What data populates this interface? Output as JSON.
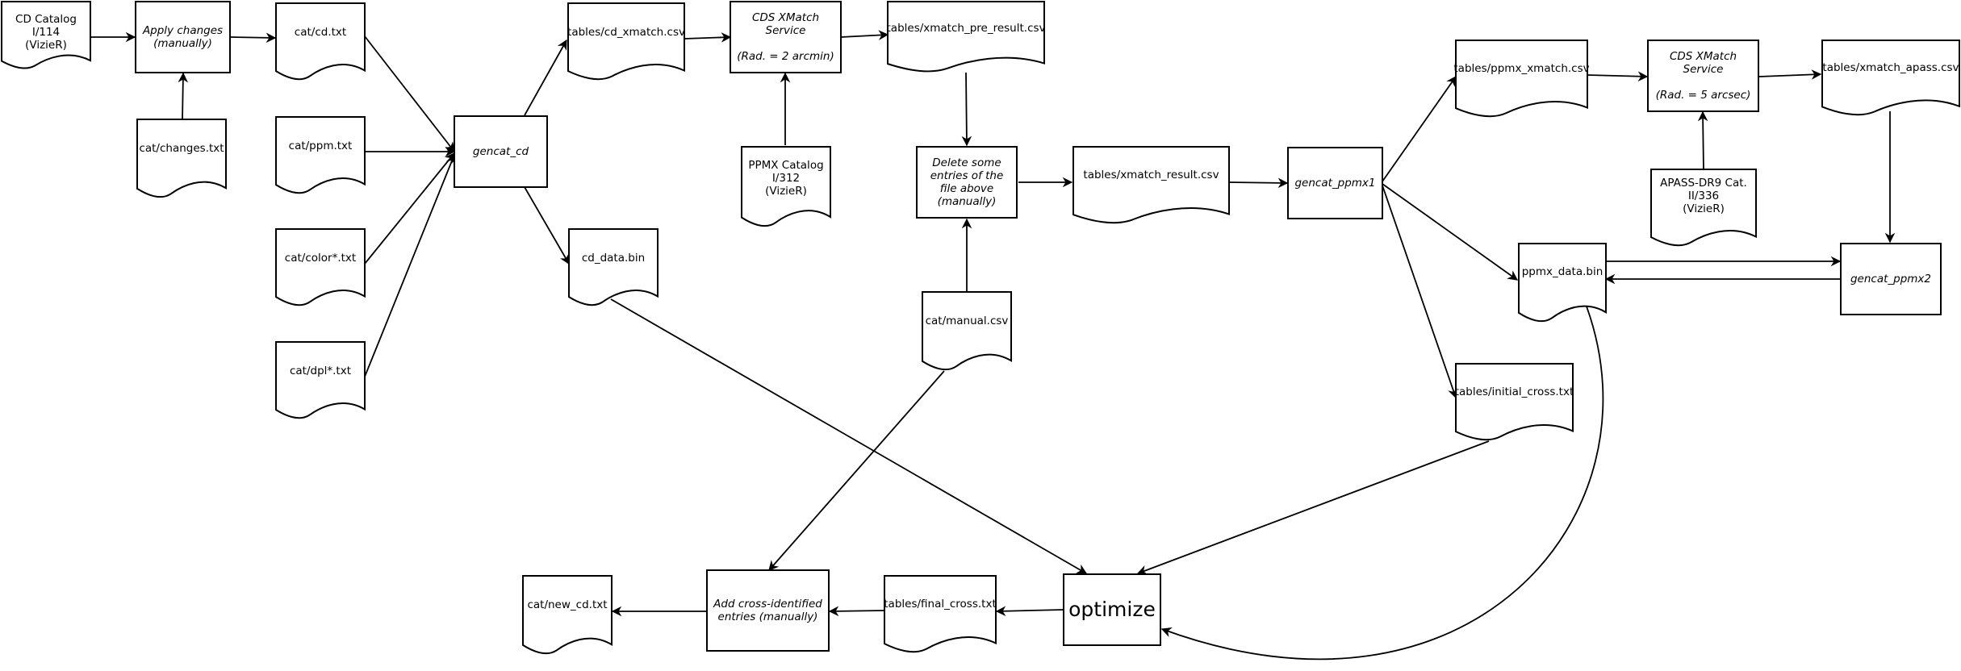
{
  "nodes": {
    "cd_catalog": "CD Catalog\nI/114\n(VizieR)",
    "apply_changes": "Apply changes\n(manually)",
    "cat_changes": "cat/changes.txt",
    "cat_cd": "cat/cd.txt",
    "cat_ppm": "cat/ppm.txt",
    "cat_color": "cat/color*.txt",
    "cat_dpl": "cat/dpl*.txt",
    "gencat_cd": "gencat_cd",
    "tables_cd_xmatch": "tables/cd_xmatch.csv",
    "cd_data_bin": "cd_data.bin",
    "cds_xmatch_1": "CDS XMatch\nService\n\n(Rad. = 2 arcmin)",
    "ppmx_catalog": "PPMX Catalog\nI/312\n(VizieR)",
    "xmatch_pre_result": "tables/xmatch_pre_result.csv",
    "delete_entries": "Delete some\nentries of the\nfile above\n(manually)",
    "cat_manual": "cat/manual.csv",
    "xmatch_result": "tables/xmatch_result.csv",
    "gencat_ppmx1": "gencat_ppmx1",
    "ppmx_xmatch": "tables/ppmx_xmatch.csv",
    "cds_xmatch_2": "CDS XMatch\nService\n\n(Rad. = 5 arcsec)",
    "apass_catalog": "APASS-DR9 Cat.\nII/336\n(VizieR)",
    "xmatch_apass": "tables/xmatch_apass.csv",
    "ppmx_data_bin": "ppmx_data.bin",
    "gencat_ppmx2": "gencat_ppmx2",
    "initial_cross": "tables/initial_cross.txt",
    "optimize": "optimize",
    "final_cross": "tables/final_cross.txt",
    "add_cross": "Add cross-identified\nentries (manually)",
    "new_cd": "cat/new_cd.txt"
  }
}
